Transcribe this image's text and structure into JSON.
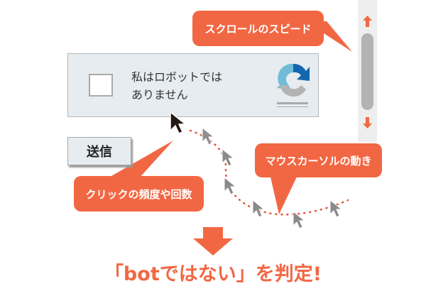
{
  "callouts": {
    "scroll_speed": "スクロールのスピード",
    "click_frequency": "クリックの頻度や回数",
    "mouse_movement": "マウスカーソルの動き"
  },
  "captcha": {
    "label_line1": "私はロボットでは",
    "label_line2": "ありません",
    "logo_icon": "recaptcha-logo-icon"
  },
  "send_button": "送信",
  "result": "「botではない」を判定!",
  "colors": {
    "accent": "#f26743",
    "panel": "#e6ecef",
    "cursor_gray": "#8a8a8a"
  }
}
